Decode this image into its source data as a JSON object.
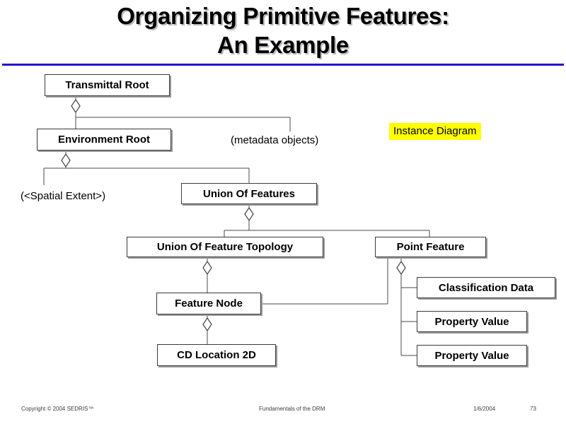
{
  "slide": {
    "title": "Organizing Primitive Features:\nAn Example",
    "rule_color": "#2211cc",
    "background_color": "#ffffff"
  },
  "caption": {
    "label": "Instance Diagram",
    "highlight_color": "#ffff00"
  },
  "diagram": {
    "type": "uml-instance-diagram",
    "nodes": [
      {
        "id": "transmittal-root",
        "label": "Transmittal Root"
      },
      {
        "id": "environment-root",
        "label": "Environment Root"
      },
      {
        "id": "union-of-features",
        "label": "Union Of Features"
      },
      {
        "id": "union-of-feature-topology",
        "label": "Union Of Feature Topology"
      },
      {
        "id": "point-feature",
        "label": "Point Feature"
      },
      {
        "id": "feature-node",
        "label": "Feature Node"
      },
      {
        "id": "cd-location-2d",
        "label": "CD Location 2D"
      },
      {
        "id": "classification-data",
        "label": "Classification Data"
      },
      {
        "id": "property-value-1",
        "label": "Property Value"
      },
      {
        "id": "property-value-2",
        "label": "Property Value"
      }
    ],
    "annotations": [
      {
        "id": "metadata-objects",
        "label": "(metadata objects)"
      },
      {
        "id": "spatial-extent",
        "label": "(<Spatial Extent>)"
      }
    ],
    "relations": [
      {
        "from": "transmittal-root",
        "to": "environment-root",
        "kind": "aggregation"
      },
      {
        "from": "transmittal-root",
        "to": "metadata-objects",
        "kind": "aggregation"
      },
      {
        "from": "environment-root",
        "to": "spatial-extent",
        "kind": "aggregation"
      },
      {
        "from": "environment-root",
        "to": "union-of-features",
        "kind": "aggregation"
      },
      {
        "from": "union-of-features",
        "to": "union-of-feature-topology",
        "kind": "aggregation"
      },
      {
        "from": "union-of-features",
        "to": "point-feature",
        "kind": "aggregation"
      },
      {
        "from": "union-of-feature-topology",
        "to": "feature-node",
        "kind": "aggregation"
      },
      {
        "from": "feature-node",
        "to": "cd-location-2d",
        "kind": "aggregation"
      },
      {
        "from": "feature-node",
        "to": "point-feature",
        "kind": "association"
      },
      {
        "from": "point-feature",
        "to": "classification-data",
        "kind": "aggregation"
      },
      {
        "from": "point-feature",
        "to": "property-value-1",
        "kind": "aggregation"
      },
      {
        "from": "point-feature",
        "to": "property-value-2",
        "kind": "aggregation"
      }
    ]
  },
  "footer": {
    "copyright": "Copyright © 2004 SEDRIS™",
    "center": "Fundamentals of the DRM",
    "date": "1/6/2004",
    "page": "73"
  }
}
